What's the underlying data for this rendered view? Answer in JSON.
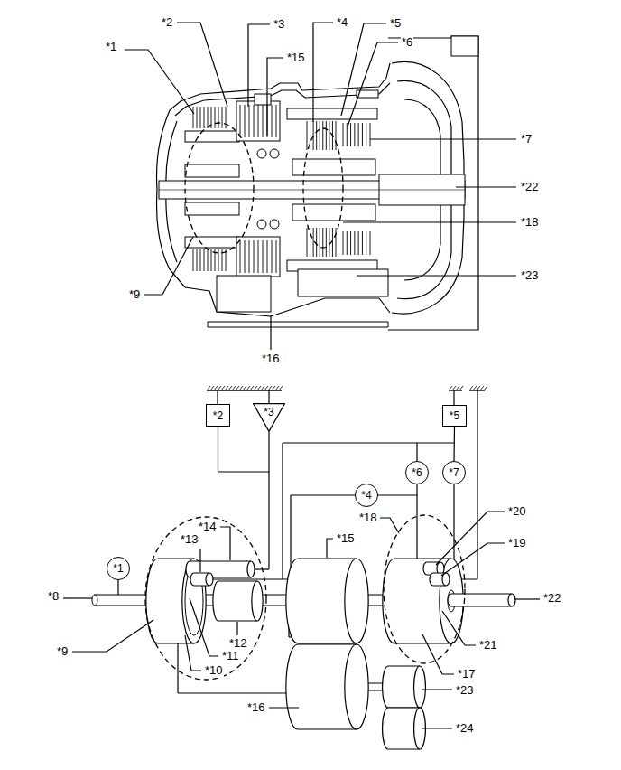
{
  "diagram": {
    "nodes": [
      {
        "text": [
          "*2"
        ]
      },
      {
        "text": [
          "*3"
        ]
      },
      {
        "text": [
          "*5"
        ]
      },
      {
        "text": [
          "*6"
        ]
      },
      {
        "text": [
          "*7"
        ]
      },
      {
        "text": [
          "*4"
        ]
      },
      {
        "text": [
          "*1"
        ]
      }
    ],
    "edges": [
      {
        "from": 0,
        "to": 1,
        "arrow": "none"
      },
      {
        "from": 2,
        "to": 4,
        "arrow": "none"
      },
      {
        "from": 5,
        "to": 3,
        "arrow": "none"
      }
    ],
    "labels": [
      "*1",
      "*2",
      "*3",
      "*15",
      "*4",
      "*5",
      "*6",
      "*7",
      "*22",
      "*18",
      "*23",
      "*9",
      "*16",
      "*14",
      "*13",
      "*18",
      "*20",
      "*19",
      "*15",
      "*8",
      "*9",
      "*12",
      "*11",
      "*10",
      "*21",
      "*17",
      "*22",
      "*23",
      "*16",
      "*24"
    ]
  }
}
